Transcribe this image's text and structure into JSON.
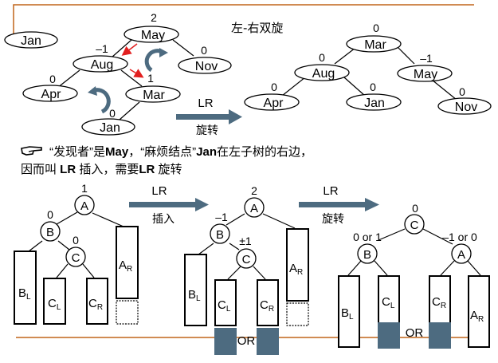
{
  "colors": {
    "frame_line": "#C0651A",
    "arrow": "#4D6B80",
    "red_arrow": "#E21F1F",
    "ink": "#000000"
  },
  "top_section": {
    "title": "左-右双旋",
    "lone_node": "Jan",
    "before_tree": {
      "nodes": [
        {
          "id": "may",
          "label": "May",
          "balance": "2"
        },
        {
          "id": "aug",
          "label": "Aug",
          "balance": "–1"
        },
        {
          "id": "nov",
          "label": "Nov",
          "balance": "0"
        },
        {
          "id": "apr",
          "label": "Apr",
          "balance": "0"
        },
        {
          "id": "mar",
          "label": "Mar",
          "balance": "1"
        },
        {
          "id": "jan",
          "label": "Jan",
          "balance": "0"
        }
      ],
      "edges": [
        [
          "may",
          "aug"
        ],
        [
          "may",
          "nov"
        ],
        [
          "aug",
          "apr"
        ],
        [
          "aug",
          "mar"
        ],
        [
          "mar",
          "jan"
        ]
      ]
    },
    "transition": {
      "label_top": "LR",
      "label_bottom": "旋转"
    },
    "after_tree": {
      "nodes": [
        {
          "id": "mar",
          "label": "Mar",
          "balance": "0"
        },
        {
          "id": "aug",
          "label": "Aug",
          "balance": "0"
        },
        {
          "id": "may",
          "label": "May",
          "balance": "–1"
        },
        {
          "id": "apr",
          "label": "Apr",
          "balance": "0"
        },
        {
          "id": "jan",
          "label": "Jan",
          "balance": "0"
        },
        {
          "id": "nov",
          "label": "Nov",
          "balance": "0"
        }
      ],
      "edges": [
        [
          "mar",
          "aug"
        ],
        [
          "mar",
          "may"
        ],
        [
          "aug",
          "apr"
        ],
        [
          "aug",
          "jan"
        ],
        [
          "may",
          "nov"
        ]
      ]
    }
  },
  "caption": {
    "icon": "pointing-hand-icon",
    "line1": [
      {
        "text": "“发现者”是",
        "bold": false
      },
      {
        "text": "May",
        "bold": true
      },
      {
        "text": "，“麻烦结点”",
        "bold": false
      },
      {
        "text": "Jan",
        "bold": true
      },
      {
        "text": "在左子树的右边，",
        "bold": false
      }
    ],
    "line2": [
      {
        "text": "因而叫 ",
        "bold": false
      },
      {
        "text": "LR",
        "bold": true
      },
      {
        "text": " 插入，需要",
        "bold": false
      },
      {
        "text": "LR",
        "bold": true
      },
      {
        "text": " 旋转",
        "bold": false
      }
    ]
  },
  "bottom_section": {
    "stage1": {
      "nodes": [
        {
          "id": "A",
          "label": "A",
          "balance": "1"
        },
        {
          "id": "B",
          "label": "B",
          "balance": "0"
        },
        {
          "id": "C",
          "label": "C",
          "balance": "0"
        }
      ],
      "subtrees": [
        {
          "label": "B",
          "sub": "L"
        },
        {
          "label": "C",
          "sub": "L"
        },
        {
          "label": "C",
          "sub": "R"
        },
        {
          "label": "A",
          "sub": "R"
        }
      ]
    },
    "arrow1": {
      "label_top": "LR",
      "label_bottom": "插入"
    },
    "stage2": {
      "nodes": [
        {
          "id": "A",
          "label": "A",
          "balance": "2"
        },
        {
          "id": "B",
          "label": "B",
          "balance": "–1"
        },
        {
          "id": "C",
          "label": "C",
          "balance": "±1"
        }
      ],
      "subtrees": [
        {
          "label": "B",
          "sub": "L"
        },
        {
          "label": "C",
          "sub": "L"
        },
        {
          "label": "C",
          "sub": "R"
        },
        {
          "label": "A",
          "sub": "R"
        }
      ],
      "or_label": "OR"
    },
    "arrow2": {
      "label_top": "LR",
      "label_bottom": "旋转"
    },
    "stage3": {
      "nodes": [
        {
          "id": "C",
          "label": "C",
          "balance": "0"
        },
        {
          "id": "B",
          "label": "B",
          "balance": "0 or 1"
        },
        {
          "id": "A",
          "label": "A",
          "balance": "–1 or 0"
        }
      ],
      "subtrees": [
        {
          "label": "B",
          "sub": "L"
        },
        {
          "label": "C",
          "sub": "L"
        },
        {
          "label": "C",
          "sub": "R"
        },
        {
          "label": "A",
          "sub": "R"
        }
      ],
      "or_label": "OR"
    }
  }
}
